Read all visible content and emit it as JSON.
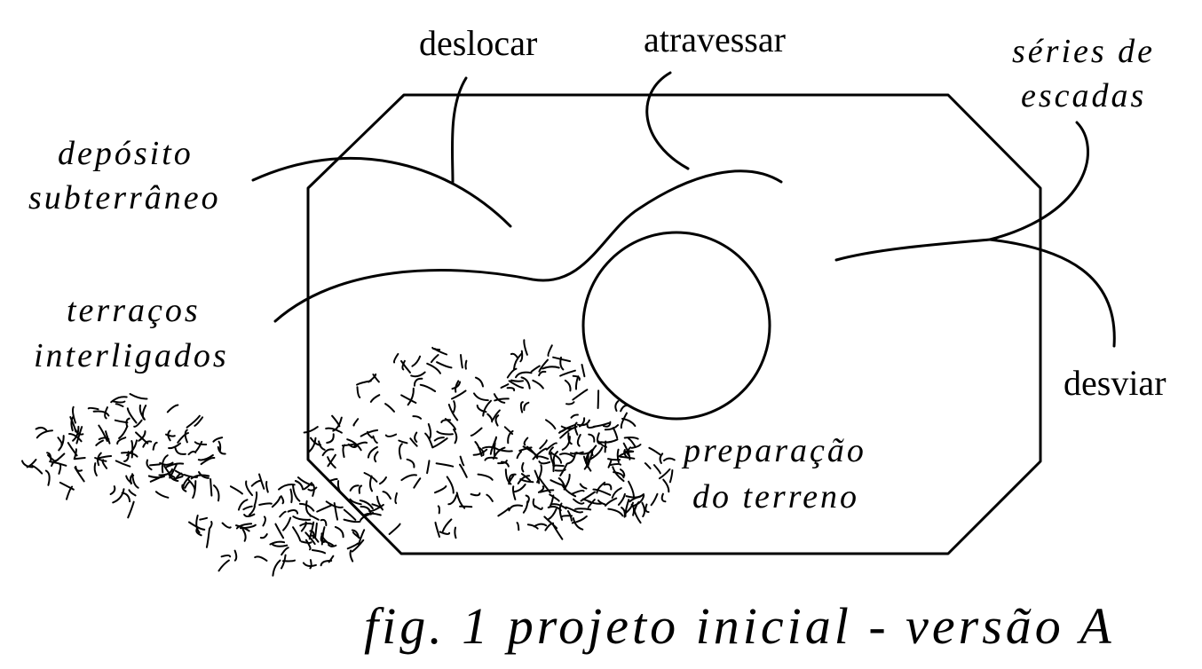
{
  "labels": {
    "deslocar": "deslocar",
    "atravessar": "atravessar",
    "series_de_line1": "séries de",
    "series_de_line2": "escadas",
    "deposito_line1": "depósito",
    "deposito_line2": "subterrâneo",
    "terracos_line1": "terraços",
    "terracos_line2": "interligados",
    "desviar": "desviar",
    "preparacao_line1": "preparação",
    "preparacao_line2": "do terreno"
  },
  "caption": "fig. 1  projeto inicial - versão A",
  "colors": {
    "ink": "#000000",
    "paper": "#ffffff"
  }
}
